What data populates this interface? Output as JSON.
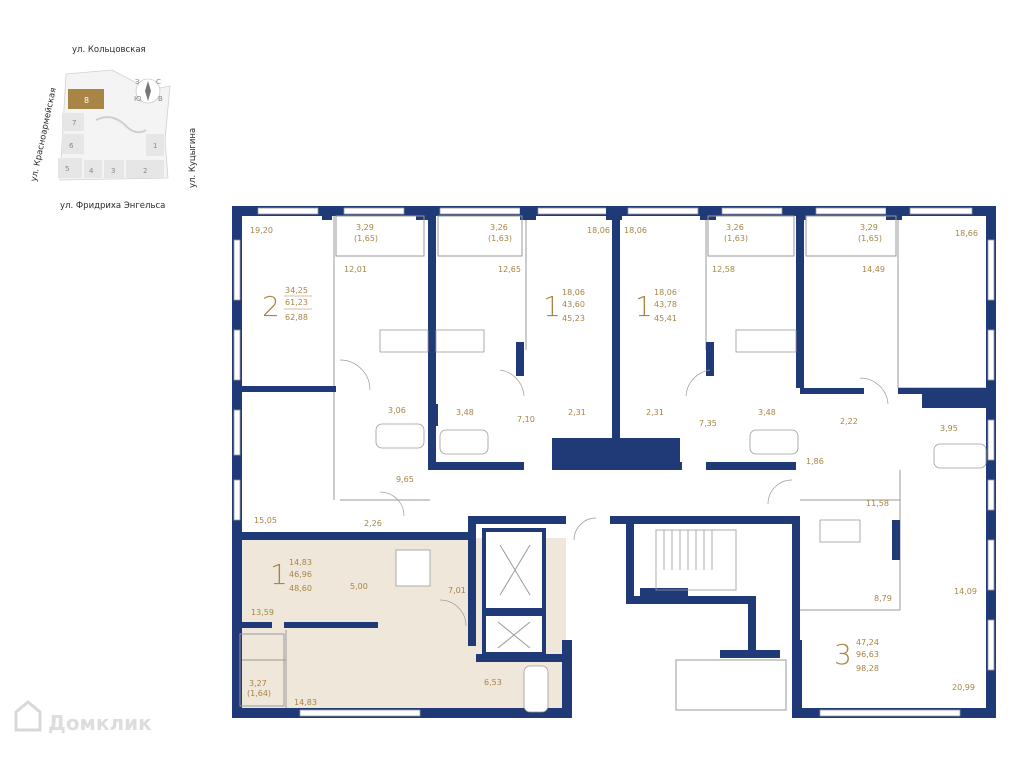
{
  "site_plan": {
    "streets": {
      "north": "ул. Кольцовская",
      "west": "ул. Красноармейская",
      "east": "ул. Куцыгина",
      "south": "ул. Фридриха Энгельса"
    },
    "highlighted_section": "8",
    "sections": [
      "1",
      "2",
      "3",
      "4",
      "5",
      "6",
      "7"
    ],
    "compass": [
      "С",
      "В",
      "Ю",
      "З"
    ]
  },
  "apartments": [
    {
      "rooms": "2",
      "living": "34,25",
      "total": "61,23",
      "total2": "62,88"
    },
    {
      "rooms": "1",
      "living": "18,06",
      "total": "43,60",
      "total2": "45,23"
    },
    {
      "rooms": "1",
      "living": "18,06",
      "total": "43,78",
      "total2": "45,41"
    },
    {
      "rooms": "1",
      "living": "14,83",
      "total": "46,96",
      "total2": "48,60"
    },
    {
      "rooms": "3",
      "living": "47,24",
      "total": "96,63",
      "total2": "98,28"
    }
  ],
  "room_areas": [
    "19,20",
    "3,29",
    "(1,65)",
    "12,01",
    "3,26",
    "(1,63)",
    "12,65",
    "18,06",
    "18,06",
    "3,26",
    "(1,63)",
    "12,58",
    "3,29",
    "(1,65)",
    "14,49",
    "18,66",
    "3,06",
    "3,48",
    "7,10",
    "2,31",
    "2,31",
    "7,35",
    "3,48",
    "2,22",
    "3,95",
    "1,86",
    "9,65",
    "15,05",
    "2,26",
    "11,58",
    "5,00",
    "7,01",
    "13,59",
    "8,79",
    "14,09",
    "3,27",
    "(1,64)",
    "14,83",
    "6,53",
    "20,99"
  ],
  "watermark": "Домклик",
  "colors": {
    "wall": "#1f3a77",
    "accent": "#a88445",
    "highlight_fill": "#efe7da",
    "section_fill": "#e6e6e6"
  }
}
